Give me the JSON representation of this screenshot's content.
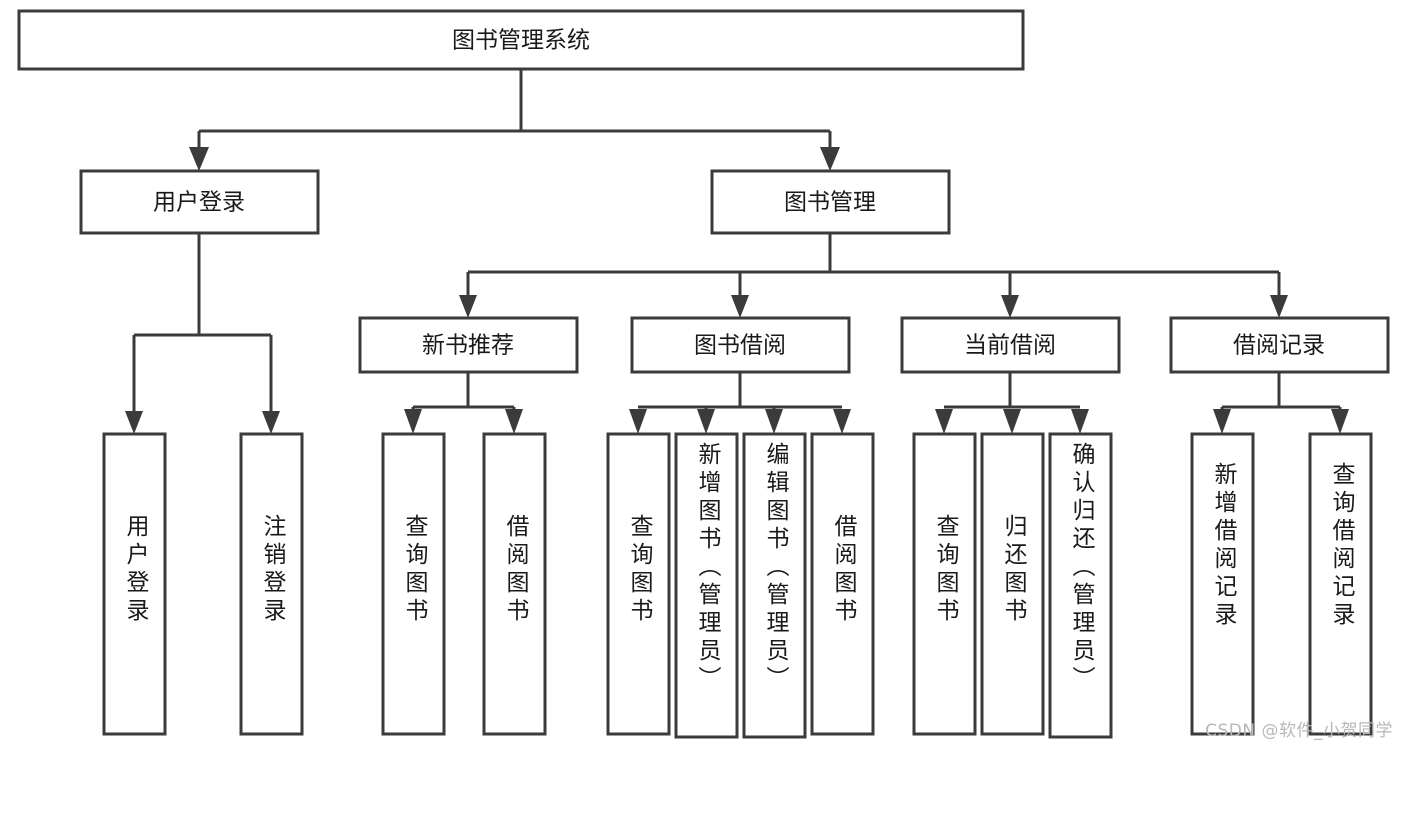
{
  "diagram": {
    "type": "tree-hierarchy",
    "title_node": {
      "id": "root",
      "label": "图书管理系统"
    },
    "level2": [
      {
        "id": "login",
        "label": "用户登录"
      },
      {
        "id": "bookmgmt",
        "label": "图书管理"
      }
    ],
    "level3": [
      {
        "id": "newbook",
        "label": "新书推荐",
        "parent": "bookmgmt"
      },
      {
        "id": "borrow",
        "label": "图书借阅",
        "parent": "bookmgmt"
      },
      {
        "id": "current",
        "label": "当前借阅",
        "parent": "bookmgmt"
      },
      {
        "id": "records",
        "label": "借阅记录",
        "parent": "bookmgmt"
      }
    ],
    "leaves": {
      "login": [
        {
          "id": "leaf-user-login",
          "label": "用户登录"
        },
        {
          "id": "leaf-logout",
          "label": "注销登录"
        }
      ],
      "newbook": [
        {
          "id": "leaf-query-book-1",
          "label": "查询图书"
        },
        {
          "id": "leaf-borrow-book-1",
          "label": "借阅图书"
        }
      ],
      "borrow": [
        {
          "id": "leaf-query-book-2",
          "label": "查询图书"
        },
        {
          "id": "leaf-add-book",
          "label": "新增图书（管理员）"
        },
        {
          "id": "leaf-edit-book",
          "label": "编辑图书（管理员）"
        },
        {
          "id": "leaf-borrow-book-2",
          "label": "借阅图书"
        }
      ],
      "current": [
        {
          "id": "leaf-query-book-3",
          "label": "查询图书"
        },
        {
          "id": "leaf-return-book",
          "label": "归还图书"
        },
        {
          "id": "leaf-confirm-return",
          "label": "确认归还（管理员）"
        }
      ],
      "records": [
        {
          "id": "leaf-add-record",
          "label": "新增借阅记录"
        },
        {
          "id": "leaf-query-record",
          "label": "查询借阅记录"
        }
      ]
    },
    "colors": {
      "stroke": "#3b3b3b",
      "fill": "#ffffff",
      "text": "#1a1a1a",
      "watermark": "#b8b8b8"
    }
  },
  "watermark": {
    "text": "CSDN @软件_小贺同学"
  }
}
